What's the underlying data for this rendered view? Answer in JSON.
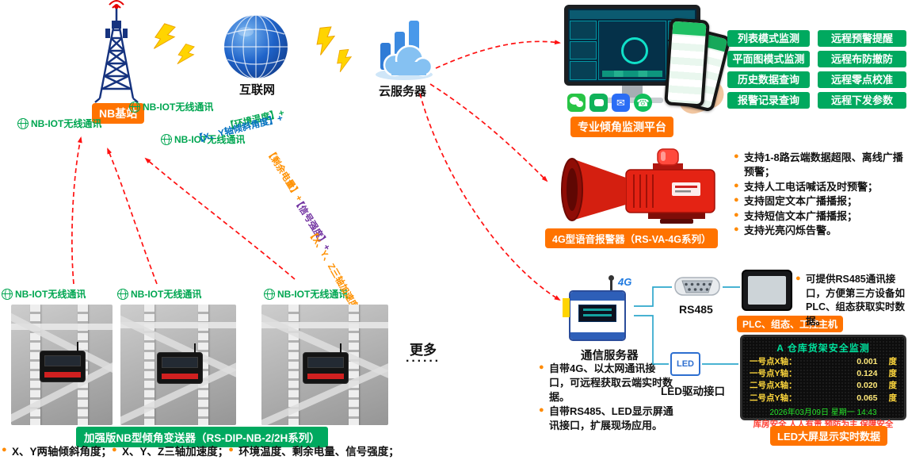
{
  "labels": {
    "nb_station": "NB基站",
    "internet": "互联网",
    "cloud": "云服务器",
    "nbiot": "NB-IOT无线通讯",
    "more": "更多",
    "more_dots": "······"
  },
  "chain": [
    {
      "text": "【环境温度】+",
      "color": "#00a651"
    },
    {
      "text": "【X、Y轴倾斜角度】+",
      "color": "#0070c0"
    },
    {
      "text": "【剩余电量】+",
      "color": "#ff9000"
    },
    {
      "text": "【信号强度】+",
      "color": "#7030a0"
    },
    {
      "text": "【X、Y、Z三轴加速度】+",
      "color": "#ff9000"
    }
  ],
  "platform": {
    "label": "专业倾角监测平台",
    "features_left": [
      "列表模式监测",
      "平面图模式监测",
      "历史数据查询",
      "报警记录查询"
    ],
    "features_right": [
      "远程预警提醒",
      "远程布防撤防",
      "远程零点校准",
      "远程下发参数"
    ]
  },
  "alarm": {
    "label": "4G型语音报警器（RS-VA-4G系列）",
    "features": [
      "支持1-8路云端数据超限、离线广播预警；",
      "支持人工电话喊话及时预警；",
      "支持固定文本广播播报；",
      "支持短信文本广播播报；",
      "支持光亮闪烁告警。"
    ]
  },
  "comm": {
    "label": "通信服务器",
    "antenna_badge": "4G",
    "features": [
      "自带4G、以太网通讯接口，可远程获取云端实时数据。",
      "自带RS485、LED显示屏通讯接口，扩展现场应用。"
    ],
    "rs485_label": "RS485",
    "plc_label": "PLC、组态、工控主机",
    "plc_note": "可提供RS485通讯接口，方便第三方设备如PLC、组态获取实时数据。",
    "led_interface_label": "LED驱动接口",
    "led_icon_text": "LED",
    "led_screen_label": "LED大屏显示实时数据"
  },
  "led_display": {
    "title": "A 仓库货架安全监测",
    "rows": [
      {
        "name": "一号点X轴：",
        "value": "0.001",
        "unit": "度"
      },
      {
        "name": "一号点Y轴：",
        "value": "0.124",
        "unit": "度"
      },
      {
        "name": "二号点X轴：",
        "value": "0.020",
        "unit": "度"
      },
      {
        "name": "二号点Y轴：",
        "value": "0.065",
        "unit": "度"
      }
    ],
    "datetime": "2026年03月09日 星期一 14:43",
    "slogan": "库房安全 人人有责 预防为主 保障安全"
  },
  "sensor": {
    "label": "加强版NB型倾角变送器（RS-DIP-NB-2/2H系列）",
    "bullets": [
      "X、Y两轴倾斜角度；",
      "X、Y、Z三轴加速度；",
      "环境温度、剩余电量、信号强度；"
    ]
  },
  "colors": {
    "accent_orange": "#ff7300",
    "accent_green": "#00a95f",
    "nbiot_green": "#00a651",
    "arrow_red": "#ff1111"
  }
}
